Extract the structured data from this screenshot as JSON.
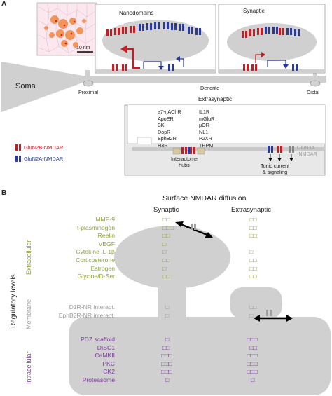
{
  "panel_a": {
    "label": "A",
    "nanodomains": "Nanodomains",
    "synaptic": "Synaptic",
    "scale_bar": "10 nm",
    "soma": "Soma",
    "proximal": "Proximal",
    "dendrite": "Dendrite",
    "distal": "Distal",
    "extrasynaptic": "Extrasynaptic",
    "legend": [
      {
        "label": "GluN2B-NMDAR",
        "color": "#c41e24"
      },
      {
        "label": "GluN2A-NMDAR",
        "color": "#2a3a9a"
      }
    ],
    "interactors_col1": [
      "a7-nAChR",
      "ApoER",
      "BK",
      "DopR",
      "EphB2R",
      "H3R"
    ],
    "interactors_col2": [
      "IL1R",
      "mGluR",
      "μOR",
      "NL1",
      "P2XR",
      "TRPM"
    ],
    "interactome_hubs": "Interactome\nhubs",
    "tonic": "Tonic current\n& signaling",
    "glun3a": "GluN3A\n-NMDAR"
  },
  "panel_b": {
    "label": "B",
    "title": "Surface NMDAR diffusion",
    "col_synaptic": "Synaptic",
    "col_extrasynaptic": "Extrasynaptic",
    "regulatory_levels": "Regulatory levels",
    "groups": [
      {
        "name": "Extracellular",
        "color": "#8ca23a",
        "rows": [
          {
            "label": "MMP-9",
            "syn": "□□",
            "extra": "□□"
          },
          {
            "label": "t-plasminogen",
            "syn": "□□□",
            "extra": "□□"
          },
          {
            "label": "Reelin",
            "syn": "□□",
            "extra": "□□"
          },
          {
            "label": "VEGF",
            "syn": "□",
            "extra": ""
          },
          {
            "label": "Cytokine IL-1β",
            "syn": "□",
            "extra": "□"
          },
          {
            "label": "Corticosterone",
            "syn": "□□",
            "extra": "□□"
          },
          {
            "label": "Estrogen",
            "syn": "□",
            "extra": "□□"
          },
          {
            "label": "Glycine/D-Ser",
            "syn": "□□",
            "extra": "□□"
          }
        ]
      },
      {
        "name": "Membrane",
        "color": "#9a9a9a",
        "rows": [
          {
            "label": "D1R-NR interact.",
            "syn": "□",
            "extra": "□□"
          },
          {
            "label": "EphB2R-NR interact.",
            "syn": "□",
            "extra": "□"
          }
        ]
      },
      {
        "name": "Intracellular",
        "color": "#7c3a9a",
        "rows": [
          {
            "label": "PDZ scaffold",
            "syn": "□",
            "extra": "□□□"
          },
          {
            "label": "DISC1",
            "syn": "□□",
            "extra": "□□"
          },
          {
            "label": "CaMKII",
            "syn": "□□□",
            "extra": "□□□"
          },
          {
            "label": "PKC",
            "syn": "□□□",
            "extra": "□□□"
          },
          {
            "label": "CK2",
            "syn": "□□□",
            "extra": "□□□"
          },
          {
            "label": "Proteasome",
            "syn": "□",
            "extra": "□"
          }
        ]
      }
    ]
  }
}
